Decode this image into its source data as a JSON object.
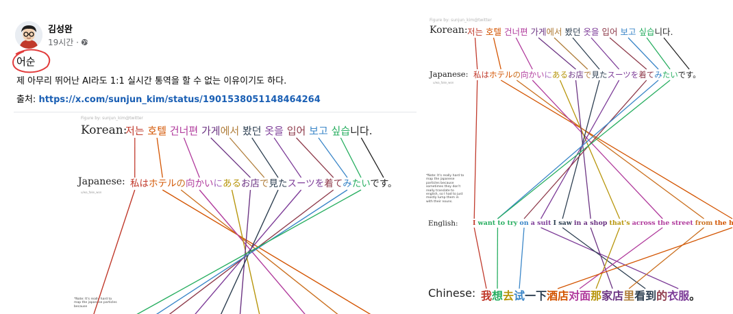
{
  "post": {
    "author": "김성완",
    "time": "19시간 ·",
    "shout": "어순",
    "body": "제 아무리 뛰어난 AI라도 1:1 실시간 통역을 할 수 없는 이유이기도 하다.",
    "source_label": "출처: ",
    "source_link": "https://x.com/sunjun_kim/status/1901538051148464264",
    "icons": [
      "globe-icon",
      "avatar-illustration"
    ]
  },
  "figure": {
    "credit": "Figure by: sunjun_kim@twitter",
    "handle": "u/wa_fake_won",
    "korean_label": "Korean:",
    "korean": [
      {
        "t": "저는",
        "c": "#c0392b"
      },
      {
        "t": " ",
        "c": "#222"
      },
      {
        "t": "호텔",
        "c": "#d35400"
      },
      {
        "t": " ",
        "c": "#222"
      },
      {
        "t": "건너편",
        "c": "#b03a9c"
      },
      {
        "t": " ",
        "c": "#222"
      },
      {
        "t": "가게",
        "c": "#6c3483"
      },
      {
        "t": "에서",
        "c": "#b07d3a"
      },
      {
        "t": " ",
        "c": "#222"
      },
      {
        "t": "봤던",
        "c": "#2c3e50"
      },
      {
        "t": " ",
        "c": "#222"
      },
      {
        "t": "옷을",
        "c": "#7d3c98"
      },
      {
        "t": " ",
        "c": "#222"
      },
      {
        "t": "입어",
        "c": "#8e3a4a"
      },
      {
        "t": " ",
        "c": "#222"
      },
      {
        "t": "보고",
        "c": "#3a86c8"
      },
      {
        "t": " ",
        "c": "#222"
      },
      {
        "t": "싶습",
        "c": "#27ae60"
      },
      {
        "t": "니다.",
        "c": "#222"
      }
    ],
    "japanese_label": "Japanese:",
    "japanese": [
      {
        "t": "私",
        "c": "#c0392b"
      },
      {
        "t": "は",
        "c": "#c0392b"
      },
      {
        "t": "ホテル",
        "c": "#d35400"
      },
      {
        "t": "の",
        "c": "#ca6f1e"
      },
      {
        "t": "向かい",
        "c": "#b03a9c"
      },
      {
        "t": "に",
        "c": "#a569bd"
      },
      {
        "t": "ある",
        "c": "#b7950b"
      },
      {
        "t": "お店",
        "c": "#6c3483"
      },
      {
        "t": "で",
        "c": "#b07d3a"
      },
      {
        "t": "見た",
        "c": "#2c3e50"
      },
      {
        "t": "スーツ",
        "c": "#7d3c98"
      },
      {
        "t": "を",
        "c": "#7d3c98"
      },
      {
        "t": "着て",
        "c": "#8e3a4a"
      },
      {
        "t": "み",
        "c": "#3a86c8"
      },
      {
        "t": "たい",
        "c": "#27ae60"
      },
      {
        "t": "です。",
        "c": "#222"
      }
    ],
    "note": "*Note: It's really hard to map the japanese particles because sometimes they don't really translate to english, so I had to just mostly lump them in with their nouns.",
    "note_short": "*Note: It's really hard to map the japanese particles because",
    "english_label": "English:",
    "english": [
      {
        "t": "I",
        "c": "#c0392b"
      },
      {
        "t": "want to try",
        "c": "#27ae60"
      },
      {
        "t": "on",
        "c": "#3a86c8"
      },
      {
        "t": "a suit",
        "c": "#7d3c98"
      },
      {
        "t": "I saw",
        "c": "#2c3e50"
      },
      {
        "t": "in a shop",
        "c": "#6c3483"
      },
      {
        "t": "that's",
        "c": "#b7950b"
      },
      {
        "t": "across the street",
        "c": "#b03a9c"
      },
      {
        "t": "from",
        "c": "#ca6f1e"
      },
      {
        "t": "the hotel.",
        "c": "#d35400"
      }
    ],
    "chinese_label": "Chinese:",
    "chinese": [
      {
        "t": "我",
        "c": "#c0392b"
      },
      {
        "t": "想",
        "c": "#27ae60"
      },
      {
        "t": "去",
        "c": "#b7950b"
      },
      {
        "t": "试",
        "c": "#3a86c8"
      },
      {
        "t": "一下",
        "c": "#2c3e50"
      },
      {
        "t": "酒店",
        "c": "#d35400"
      },
      {
        "t": "对面",
        "c": "#b03a9c"
      },
      {
        "t": "那",
        "c": "#b7950b"
      },
      {
        "t": "家店",
        "c": "#6c3483"
      },
      {
        "t": "里",
        "c": "#b07d3a"
      },
      {
        "t": "看到",
        "c": "#2c3e50"
      },
      {
        "t": "的",
        "c": "#8e3a4a"
      },
      {
        "t": "衣服",
        "c": "#7d3c98"
      },
      {
        "t": "。",
        "c": "#222"
      }
    ]
  }
}
